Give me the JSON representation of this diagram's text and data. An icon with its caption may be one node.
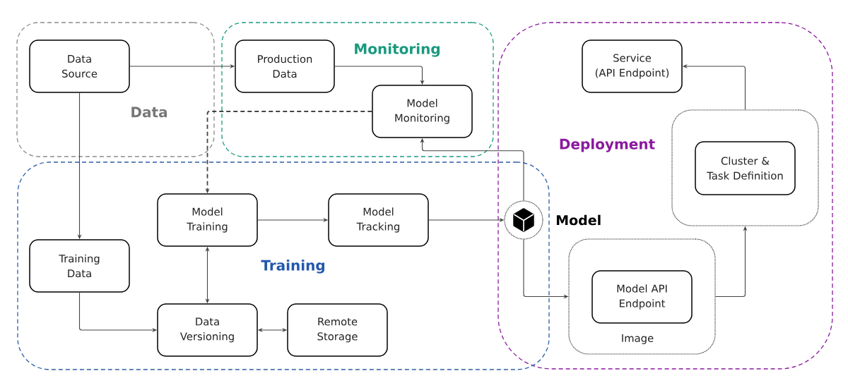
{
  "diagram": {
    "nodes": [
      {
        "text": [
          "Data"
        ]
      },
      {
        "text": [
          "Data Source"
        ],
        "in": 0
      },
      {
        "text": [
          "Monitoring"
        ]
      },
      {
        "text": [
          "Production Data"
        ],
        "in": 2
      },
      {
        "text": [
          "Model Monitoring"
        ],
        "in": 2
      },
      {
        "text": [
          "Deployment"
        ]
      },
      {
        "text": [
          "Service (API Endpoint)"
        ],
        "in": 5
      },
      {
        "text": [],
        "shape": "box",
        "in": 5
      },
      {
        "text": [
          "Cluster & Task Definition"
        ],
        "in": 7
      },
      {
        "text": [
          "Training"
        ]
      },
      {
        "text": [
          "Model Training"
        ],
        "in": 9
      },
      {
        "text": [
          "Model Tracking"
        ],
        "in": 9
      },
      {
        "text": [
          "Training Data"
        ],
        "in": 9
      },
      {
        "text": [
          "Data Versioning"
        ],
        "in": 9
      },
      {
        "text": [
          "Remote Storage"
        ],
        "in": 9
      },
      {
        "text": [],
        "shape": "circle",
        "beside": [
          "Model"
        ]
      },
      {
        "text": [
          "Image"
        ],
        "in": 5
      },
      {
        "text": [
          "Model API Endpoint"
        ],
        "in": 16
      }
    ],
    "edges": [
      {
        "from": 1,
        "to": 3,
        "arrow": "to"
      },
      {
        "from": 3,
        "to": 4,
        "arrow": "to"
      },
      {
        "from": 4,
        "to": 10,
        "arrow": "to",
        "style": "dashed"
      },
      {
        "from": 1,
        "to": 12,
        "arrow": "to"
      },
      {
        "from": 12,
        "to": 13,
        "arrow": "to"
      },
      {
        "from": 10,
        "to": 13,
        "arrow": "both"
      },
      {
        "from": 13,
        "to": 14,
        "arrow": "both"
      },
      {
        "from": 10,
        "to": 11,
        "arrow": "to"
      },
      {
        "from": 11,
        "to": 15,
        "arrow": "to"
      },
      {
        "from": 15,
        "to": 4,
        "arrow": "to"
      },
      {
        "from": 15,
        "to": 16,
        "arrow": "to"
      },
      {
        "from": 16,
        "to": 7,
        "arrow": "to"
      },
      {
        "from": 7,
        "to": 6,
        "arrow": "to"
      }
    ]
  }
}
